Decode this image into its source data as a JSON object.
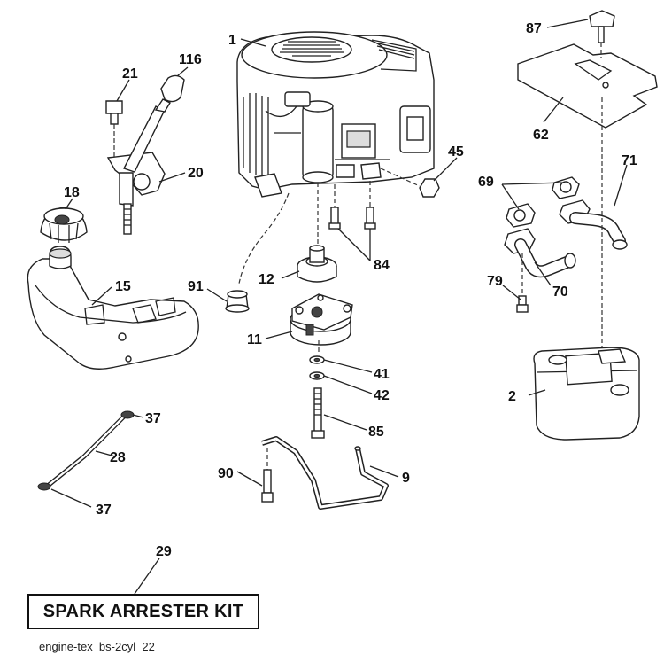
{
  "callouts": {
    "c1": "1",
    "c2": "2",
    "c9": "9",
    "c11": "11",
    "c12": "12",
    "c15": "15",
    "c18": "18",
    "c20": "20",
    "c21": "21",
    "c28": "28",
    "c29": "29",
    "c37a": "37",
    "c37b": "37",
    "c41": "41",
    "c42": "42",
    "c45": "45",
    "c62": "62",
    "c69": "69",
    "c70": "70",
    "c71": "71",
    "c79": "79",
    "c84": "84",
    "c85": "85",
    "c87": "87",
    "c90": "90",
    "c91": "91",
    "c116": "116"
  },
  "kit_label": "SPARK ARRESTER KIT",
  "footer_code": "engine-tex  bs-2cyl  22"
}
